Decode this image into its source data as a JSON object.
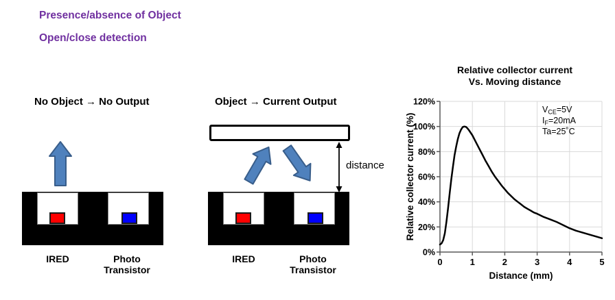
{
  "header": {
    "line1": "Presence/absence of Object",
    "line2": "Open/close detection"
  },
  "diagrams": {
    "left": {
      "title": "No Object → No Output",
      "ired_label": "IRED",
      "photo_label": [
        "Photo",
        "Transistor"
      ]
    },
    "middle": {
      "title": "Object → Current Output",
      "ired_label": "IRED",
      "photo_label": [
        "Photo",
        "Transistor"
      ],
      "distance_label": "distance"
    }
  },
  "colors": {
    "header_purple": "#7030A0",
    "arrow_fill": "#4F81BD",
    "arrow_stroke": "#385D8A",
    "ired_chip": "#FF0000",
    "photo_chip": "#0000FF",
    "housing": "#000000",
    "grid": "#D9D9D9",
    "axis": "#595959",
    "curve": "#000000"
  },
  "chart_data": {
    "type": "line",
    "title_line1": "Relative collector current",
    "title_line2": "Vs. Moving distance",
    "xlabel": "Distance (mm)",
    "ylabel": "Relative collector current (%)",
    "xlim": [
      0,
      5
    ],
    "ylim": [
      0,
      120
    ],
    "x_ticks": [
      0,
      1,
      2,
      3,
      4,
      5
    ],
    "y_ticks": [
      0,
      20,
      40,
      60,
      80,
      100,
      120
    ],
    "y_tick_suffix": "%",
    "grid": true,
    "legend": "none",
    "annotation_lines": [
      {
        "pre": "V",
        "sub": "CE",
        "post": "=5V"
      },
      {
        "pre": "I",
        "sub": "F",
        "post": "=20mA"
      },
      {
        "pre": "Ta=25˚C",
        "sub": "",
        "post": ""
      }
    ],
    "points": [
      [
        0,
        6
      ],
      [
        0.05,
        7
      ],
      [
        0.1,
        9.5
      ],
      [
        0.15,
        15
      ],
      [
        0.2,
        24
      ],
      [
        0.25,
        35
      ],
      [
        0.3,
        47
      ],
      [
        0.35,
        58
      ],
      [
        0.4,
        68
      ],
      [
        0.45,
        77
      ],
      [
        0.5,
        84
      ],
      [
        0.55,
        90
      ],
      [
        0.6,
        94.5
      ],
      [
        0.65,
        97.5
      ],
      [
        0.7,
        99.5
      ],
      [
        0.75,
        100
      ],
      [
        0.8,
        99.7
      ],
      [
        0.85,
        98.5
      ],
      [
        0.9,
        96.8
      ],
      [
        1.0,
        93
      ],
      [
        1.1,
        88
      ],
      [
        1.2,
        83
      ],
      [
        1.3,
        78
      ],
      [
        1.4,
        73
      ],
      [
        1.5,
        68.5
      ],
      [
        1.6,
        64
      ],
      [
        1.7,
        60
      ],
      [
        1.8,
        56.5
      ],
      [
        1.9,
        53
      ],
      [
        2.0,
        50
      ],
      [
        2.1,
        47
      ],
      [
        2.2,
        44.5
      ],
      [
        2.3,
        42
      ],
      [
        2.4,
        40
      ],
      [
        2.5,
        38
      ],
      [
        2.6,
        36
      ],
      [
        2.7,
        34.5
      ],
      [
        2.8,
        33
      ],
      [
        2.9,
        31.5
      ],
      [
        3.0,
        30.5
      ],
      [
        3.2,
        28
      ],
      [
        3.4,
        26
      ],
      [
        3.6,
        24
      ],
      [
        3.8,
        21.5
      ],
      [
        4.0,
        19
      ],
      [
        4.2,
        17
      ],
      [
        4.4,
        15.5
      ],
      [
        4.6,
        14
      ],
      [
        4.8,
        12.5
      ],
      [
        5.0,
        11
      ]
    ]
  }
}
